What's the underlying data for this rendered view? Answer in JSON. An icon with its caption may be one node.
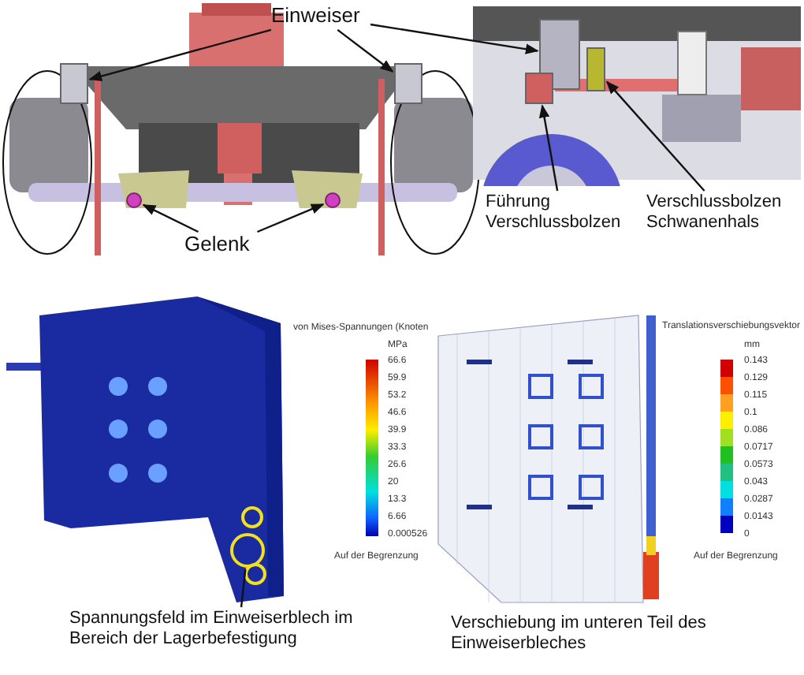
{
  "diagram": {
    "nodes": [
      {
        "text": [
          "Einweiser"
        ]
      },
      {
        "text": [],
        "shape": "box"
      },
      {
        "text": [],
        "shape": "box"
      },
      {
        "text": [],
        "shape": "box"
      },
      {
        "text": [
          "Gelenk"
        ]
      },
      {
        "text": [],
        "shape": "circle"
      },
      {
        "text": [],
        "shape": "circle"
      },
      {
        "text": [
          "Führung Verschlussbolzen"
        ]
      },
      {
        "text": [],
        "shape": "box"
      },
      {
        "text": [
          "Verschlussbolzen Schwanenhals"
        ]
      },
      {
        "text": [],
        "shape": "box"
      },
      {
        "text": [
          "Spannungsfeld im Einweiserblech im Bereich der Lagerbefestigung"
        ]
      },
      {
        "text": [],
        "shape": "circle"
      }
    ],
    "edges": [
      {
        "from": 0,
        "to": 1,
        "arrow": "to"
      },
      {
        "from": 0,
        "to": 2,
        "arrow": "to"
      },
      {
        "from": 0,
        "to": 3,
        "arrow": "to"
      },
      {
        "from": 4,
        "to": 5,
        "arrow": "to"
      },
      {
        "from": 4,
        "to": 6,
        "arrow": "to"
      },
      {
        "from": 7,
        "to": 8,
        "arrow": "to"
      },
      {
        "from": 9,
        "to": 10,
        "arrow": "to"
      },
      {
        "from": 11,
        "to": 12,
        "arrow": "none"
      }
    ],
    "labels": [
      "von Mises-Spannungen (Knoten",
      "MPa",
      "66.6",
      "59.9",
      "53.2",
      "46.6",
      "39.9",
      "33.3",
      "26.6",
      "20",
      "13.3",
      "6.66",
      "0.000526",
      "Auf der Begrenzung",
      "Translationsverschiebungsvektor",
      "mm",
      "0.143",
      "0.129",
      "0.115",
      "0.1",
      "0.086",
      "0.0717",
      "0.0573",
      "0.043",
      "0.0287",
      "0.0143",
      "0",
      "Auf der Begrenzung",
      "Verschiebung im unteren Teil des Einweiserbleches"
    ]
  }
}
